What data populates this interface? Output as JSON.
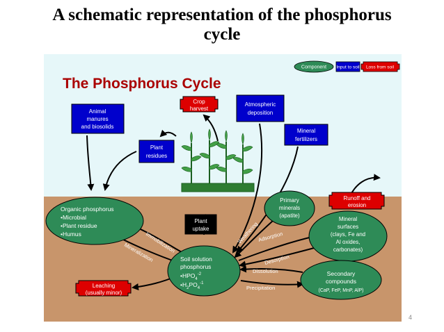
{
  "slide_title_line1": "A schematic representation of the phosphorus",
  "slide_title_line2": "cycle",
  "diagram_title": "The Phosphorus Cycle",
  "legend": {
    "component": "Component",
    "input": "Input to soil",
    "loss": "Loss from soil"
  },
  "inputs": {
    "animal_manures": [
      "Animal",
      "manures",
      "and biosolids"
    ],
    "plant_residues": [
      "Plant",
      "residues"
    ],
    "atmospheric_deposition": [
      "Atmospheric",
      "deposition"
    ],
    "mineral_fertilizers": [
      "Mineral",
      "fertilizers"
    ]
  },
  "losses": {
    "crop_harvest": [
      "Crop",
      "harvest"
    ],
    "runoff_erosion": [
      "Runoff and",
      "erosion"
    ],
    "leaching": [
      "Leaching",
      "(usually minor)"
    ]
  },
  "components": {
    "organic_phosphorus": [
      "Organic phosphorus",
      "•Microbial",
      "•Plant residue",
      "•Humus"
    ],
    "primary_minerals": [
      "Primary",
      "minerals",
      "(apatite)"
    ],
    "mineral_surfaces": [
      "Mineral",
      "surfaces",
      "(clays, Fe and",
      "Al oxides,",
      "carbonates)"
    ],
    "soil_solution": {
      "title1": "Soil solution",
      "title2": "phosphorus",
      "hpo4": "•HPO",
      "hpo4_sub": "4",
      "hpo4_sup": "-2",
      "h2po4_a": "•H",
      "h2po4_sub1": "2",
      "h2po4_b": "PO",
      "h2po4_sub2": "4",
      "h2po4_sup": "-1"
    },
    "secondary_compounds": [
      "Secondary",
      "compounds",
      "(CaP, FeP, MnP, AlP)"
    ]
  },
  "plant_uptake": [
    "Plant",
    "uptake"
  ],
  "processes": {
    "immobilization": "Immobilization",
    "mineralization": "Mineralization",
    "weathering": "Weathering",
    "adsorption": "Adsorption",
    "desorption": "Desorption",
    "dissolution": "Dissolution",
    "precipitation": "Precipitation"
  },
  "page_number": "4",
  "colors": {
    "sky": "#e6f7f9",
    "soil": "#c8956b",
    "component_fill": "#2e8b57",
    "input_fill": "#0000cc",
    "loss_fill": "#dd0000",
    "title_red": "#aa0000"
  }
}
